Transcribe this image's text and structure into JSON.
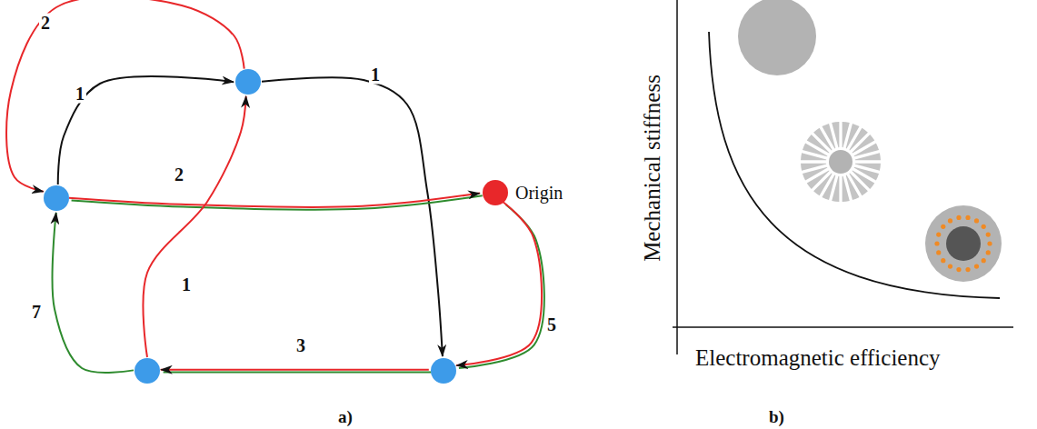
{
  "diagram": {
    "nodes": [
      {
        "text": []
      },
      {
        "text": []
      },
      {
        "text": [
          "Origin"
        ]
      },
      {
        "text": []
      },
      {
        "text": []
      }
    ],
    "edges": [
      {
        "from": 1,
        "to": 0,
        "arrow": "to",
        "label": "1"
      },
      {
        "from": 0,
        "to": 1,
        "arrow": "to",
        "label": "2"
      },
      {
        "from": 0,
        "to": 4,
        "arrow": "to",
        "label": "1"
      },
      {
        "from": 1,
        "to": 2,
        "arrow": "to",
        "label": "2"
      },
      {
        "from": 3,
        "to": 0,
        "arrow": "to",
        "label": "1"
      },
      {
        "from": 2,
        "to": 4,
        "arrow": "to",
        "label": "5"
      },
      {
        "from": 4,
        "to": 3,
        "arrow": "to",
        "label": "3"
      },
      {
        "from": 3,
        "to": 1,
        "arrow": "to",
        "label": "7"
      }
    ],
    "labels": [
      "a)",
      "b)",
      "Mechanical stiffness",
      "Electromagnetic efficiency"
    ]
  }
}
